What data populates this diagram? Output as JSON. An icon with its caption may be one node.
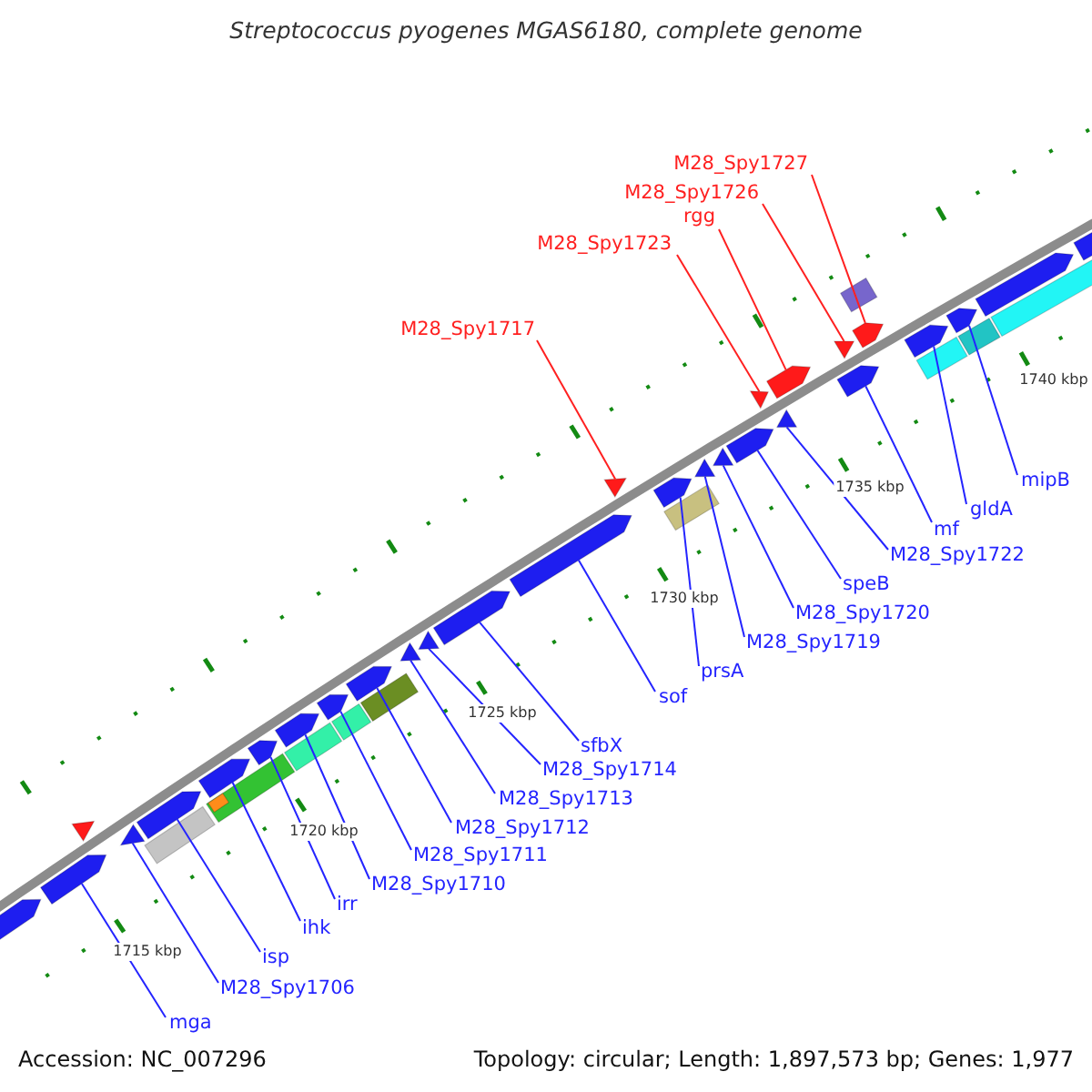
{
  "diagram": {
    "title": "Streptococcus pyogenes MGAS6180, complete genome",
    "nodes": [
      {
        "text": [
          "M28_Spy1727"
        ]
      },
      {
        "text": [
          "M28_Spy1726"
        ]
      },
      {
        "text": [
          "rgg"
        ]
      },
      {
        "text": [
          "M28_Spy1723"
        ]
      },
      {
        "text": [
          "M28_Spy1717"
        ]
      },
      {
        "text": [
          "mipB"
        ]
      },
      {
        "text": [
          "gldA"
        ]
      },
      {
        "text": [
          "mf"
        ]
      },
      {
        "text": [
          "M28_Spy1722"
        ]
      },
      {
        "text": [
          "speB"
        ]
      },
      {
        "text": [
          "M28_Spy1720"
        ]
      },
      {
        "text": [
          "M28_Spy1719"
        ]
      },
      {
        "text": [
          "prsA"
        ]
      },
      {
        "text": [
          "sof"
        ]
      },
      {
        "text": [
          "sfbX"
        ]
      },
      {
        "text": [
          "M28_Spy1714"
        ]
      },
      {
        "text": [
          "M28_Spy1713"
        ]
      },
      {
        "text": [
          "M28_Spy1712"
        ]
      },
      {
        "text": [
          "M28_Spy1711"
        ]
      },
      {
        "text": [
          "M28_Spy1710"
        ]
      },
      {
        "text": [
          "irr"
        ]
      },
      {
        "text": [
          "ihk"
        ]
      },
      {
        "text": [
          "isp"
        ]
      },
      {
        "text": [
          "M28_Spy1706"
        ]
      },
      {
        "text": [
          "mga"
        ]
      },
      {
        "text": [],
        "shape": "arrow"
      },
      {
        "text": [],
        "shape": "triangle"
      },
      {
        "text": [],
        "shape": "arrow"
      },
      {
        "text": [],
        "shape": "arrow"
      },
      {
        "text": [],
        "shape": "arrow"
      },
      {
        "text": [],
        "shape": "arrow"
      },
      {
        "text": [],
        "shape": "arrow"
      },
      {
        "text": [],
        "shape": "arrow"
      },
      {
        "text": [],
        "shape": "triangle"
      },
      {
        "text": [],
        "shape": "triangle"
      },
      {
        "text": [],
        "shape": "arrow"
      },
      {
        "text": [],
        "shape": "arrow"
      },
      {
        "text": [],
        "shape": "triangle"
      },
      {
        "text": [],
        "shape": "arrow"
      },
      {
        "text": [],
        "shape": "triangle"
      },
      {
        "text": [],
        "shape": "triangle"
      },
      {
        "text": [],
        "shape": "arrow"
      },
      {
        "text": [],
        "shape": "triangle"
      },
      {
        "text": [],
        "shape": "arrow"
      },
      {
        "text": [],
        "shape": "triangle"
      },
      {
        "text": [],
        "shape": "arrow"
      },
      {
        "text": [],
        "shape": "triangle"
      },
      {
        "text": [],
        "shape": "arrow"
      },
      {
        "text": [],
        "shape": "arrow"
      },
      {
        "text": [],
        "shape": "arrow"
      },
      {
        "text": [],
        "shape": "arrow"
      },
      {
        "text": [],
        "shape": "triangle"
      },
      {
        "text": [],
        "shape": "arrow"
      },
      {
        "text": [],
        "shape": "arrow"
      }
    ],
    "edges": [
      {
        "from": 0,
        "to": 47,
        "arrow": "none",
        "color": "#ff2020"
      },
      {
        "from": 1,
        "to": 46,
        "arrow": "none",
        "color": "#ff2020"
      },
      {
        "from": 2,
        "to": 43,
        "arrow": "none",
        "color": "#ff2020"
      },
      {
        "from": 3,
        "to": 42,
        "arrow": "none",
        "color": "#ff2020"
      },
      {
        "from": 4,
        "to": 37,
        "arrow": "none",
        "color": "#ff2020"
      },
      {
        "from": 5,
        "to": 49,
        "arrow": "none"
      },
      {
        "from": 6,
        "to": 48,
        "arrow": "none"
      },
      {
        "from": 7,
        "to": 45,
        "arrow": "none"
      },
      {
        "from": 8,
        "to": 44,
        "arrow": "none"
      },
      {
        "from": 9,
        "to": 41,
        "arrow": "none"
      },
      {
        "from": 10,
        "to": 40,
        "arrow": "none"
      },
      {
        "from": 11,
        "to": 39,
        "arrow": "none"
      },
      {
        "from": 12,
        "to": 38,
        "arrow": "none"
      },
      {
        "from": 13,
        "to": 36,
        "arrow": "none"
      },
      {
        "from": 14,
        "to": 35,
        "arrow": "none"
      },
      {
        "from": 15,
        "to": 34,
        "arrow": "none"
      },
      {
        "from": 16,
        "to": 33,
        "arrow": "none"
      },
      {
        "from": 17,
        "to": 32,
        "arrow": "none"
      },
      {
        "from": 18,
        "to": 31,
        "arrow": "none"
      },
      {
        "from": 19,
        "to": 30,
        "arrow": "none"
      },
      {
        "from": 20,
        "to": 29,
        "arrow": "none"
      },
      {
        "from": 21,
        "to": 28,
        "arrow": "none"
      },
      {
        "from": 22,
        "to": 27,
        "arrow": "none"
      },
      {
        "from": 23,
        "to": 26,
        "arrow": "none"
      },
      {
        "from": 24,
        "to": 25,
        "arrow": "none"
      }
    ],
    "labels": [
      "1740 kbp",
      "1735 kbp",
      "1730 kbp",
      "1725 kbp",
      "1720 kbp",
      "1715 kbp",
      "Accession: NC_007296",
      "Topology: circular; Length: 1,897,573 bp; Genes: 1,977"
    ]
  }
}
